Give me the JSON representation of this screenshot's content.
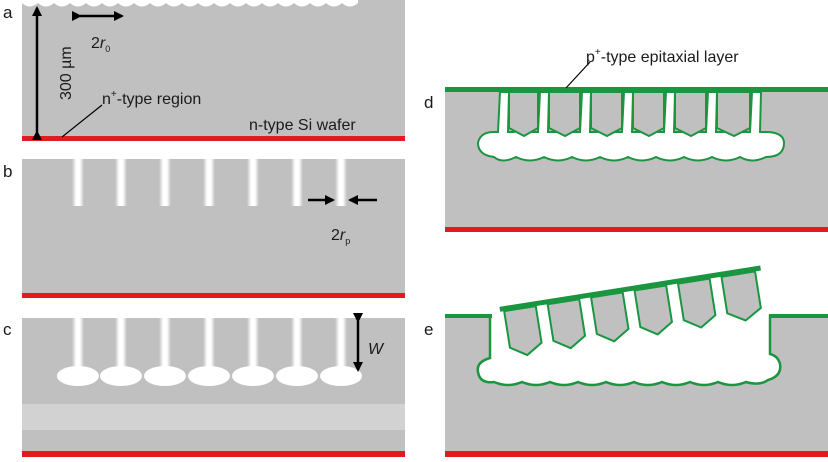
{
  "panels": {
    "a": "a",
    "b": "b",
    "c": "c",
    "d": "d",
    "e": "e"
  },
  "labels": {
    "thickness": "300 µm",
    "n_plus_sup": "+",
    "n_plus_region": "-type region",
    "n_prefix": "n",
    "wafer": "n-type Si wafer",
    "epi_prefix": "p",
    "epi_sup": "+",
    "epi_layer": "-type epitaxial layer",
    "r0_coeff": "2",
    "r0_var": "r",
    "r0_sub": "0",
    "rp_coeff": "2",
    "rp_var": "r",
    "rp_sub": "p",
    "w": "W"
  },
  "colors": {
    "substrate": "#c0c0c0",
    "doped_region": "#e11b22",
    "epitaxial_layer": "#1a9641",
    "void": "#ffffff",
    "pore": "#ffffff",
    "arrow": "#000000",
    "porous_band": "#d2d2d2"
  }
}
